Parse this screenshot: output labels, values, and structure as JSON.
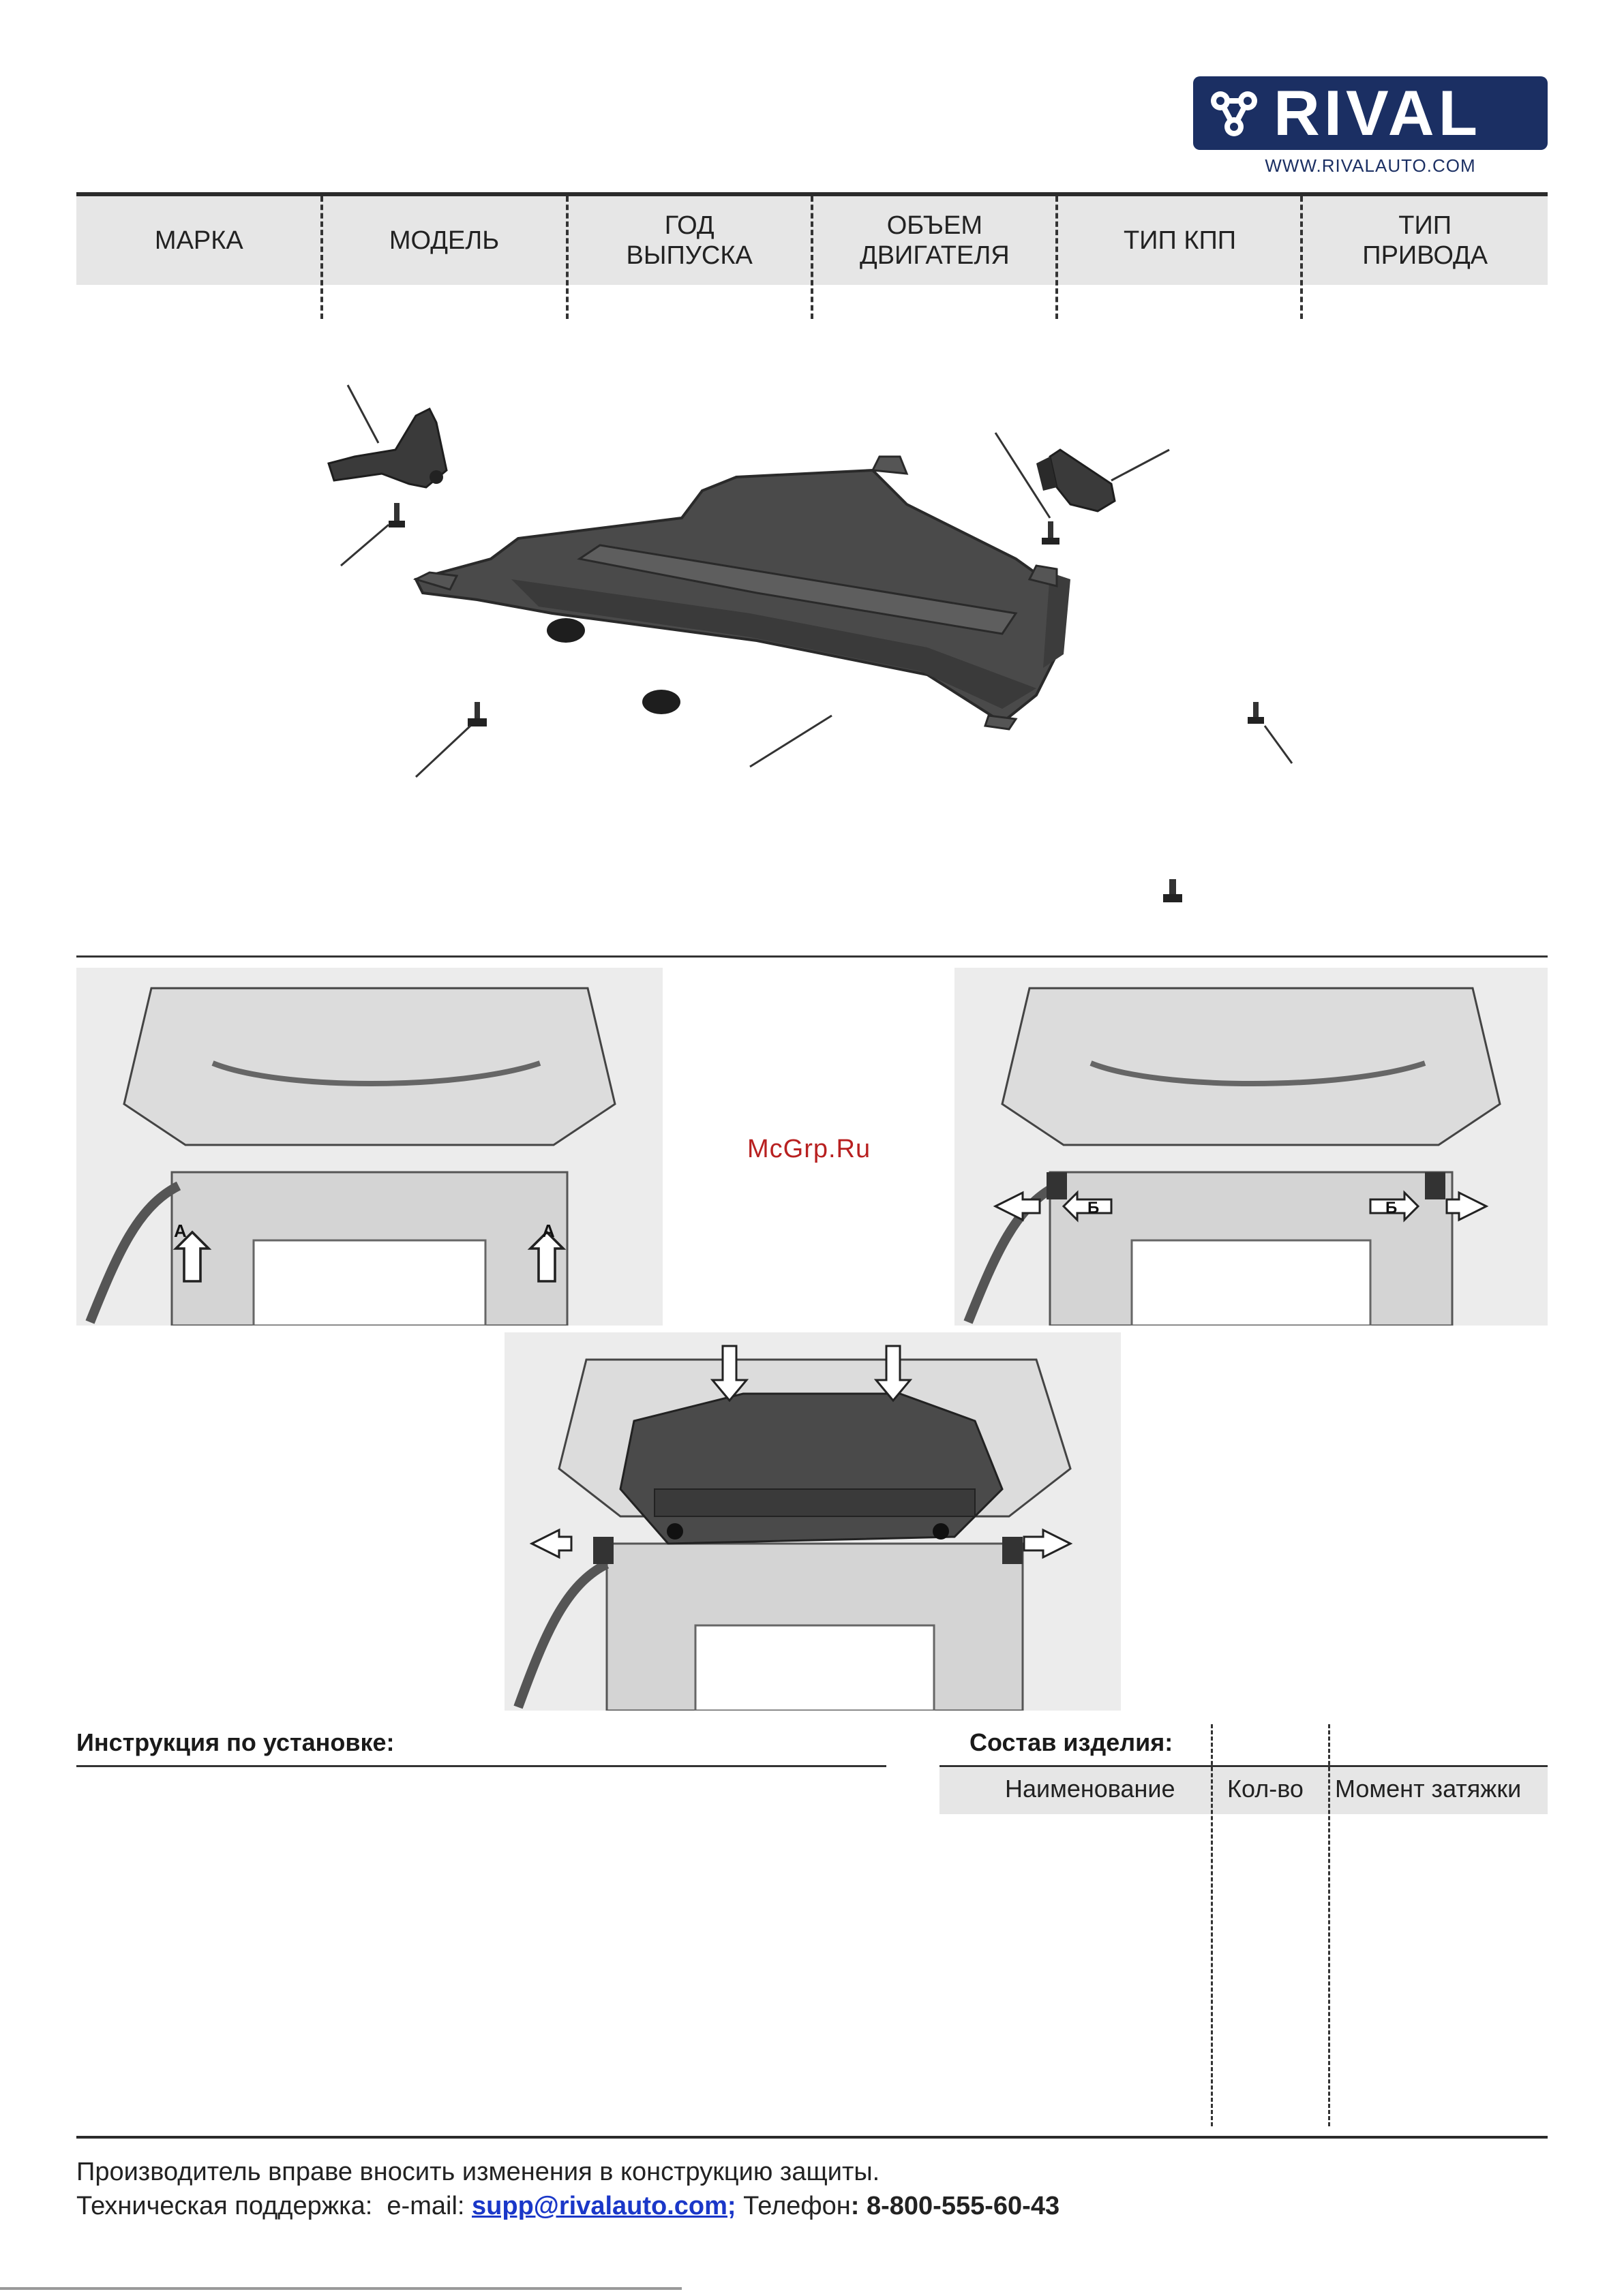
{
  "brand": {
    "logo_text": "RIVAL",
    "url": "WWW.RIVALAUTO.COM",
    "logo_color": "#1b2f63"
  },
  "header": {
    "columns": [
      "МАРКА",
      "МОДЕЛЬ",
      "ГОД\nВЫПУСКА",
      "ОБЪЕМ\nДВИГАТЕЛЯ",
      "ТИП КПП",
      "ТИП\nПРИВОДА"
    ]
  },
  "photos": {
    "labels_a": [
      "A",
      "A"
    ],
    "labels_b": [
      "Б",
      "Б"
    ]
  },
  "watermark": "McGrp.Ru",
  "instructions": {
    "title": "Инструкция по установке:"
  },
  "composition": {
    "title": "Состав изделия:",
    "columns": [
      "Наименование",
      "Кол-во",
      "Момент затяжки"
    ]
  },
  "footer": {
    "line1": "Производитель вправе вносить изменения в конструкцию защиты.",
    "support_label": "Техническая поддержка:  e-mail: ",
    "email": "supp@rivalauto.com;",
    "phone_label": " Телефон",
    "phone": ": 8-800-555-60-43"
  }
}
